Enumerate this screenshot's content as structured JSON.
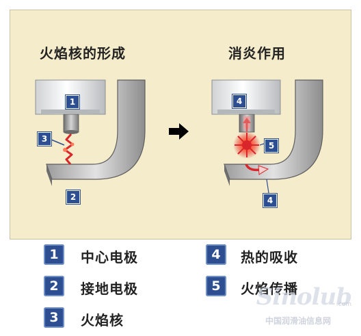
{
  "diagram": {
    "title_left": "火焰核的形成",
    "title_right": "消炎作用",
    "callouts_left": {
      "center_electrode": "1",
      "flame_kernel": "3",
      "ground_electrode": "2"
    },
    "callouts_right": {
      "center_electrode": "4",
      "flame_spread": "5",
      "ground_electrode": "4"
    },
    "colors": {
      "panel": "#f5eccb",
      "badge": "#2d4f91",
      "spark": "#d8262a",
      "electrode": "#8a8a8a"
    }
  },
  "legend": [
    {
      "number": "1",
      "label": "中心电极"
    },
    {
      "number": "2",
      "label": "接地电极"
    },
    {
      "number": "3",
      "label": "火焰核"
    },
    {
      "number": "4",
      "label": "热的吸收"
    },
    {
      "number": "5",
      "label": "火焰传播"
    }
  ],
  "watermark": {
    "brand": "Sinolub",
    "sub": ".com",
    "site": "中国润滑油信息网"
  }
}
